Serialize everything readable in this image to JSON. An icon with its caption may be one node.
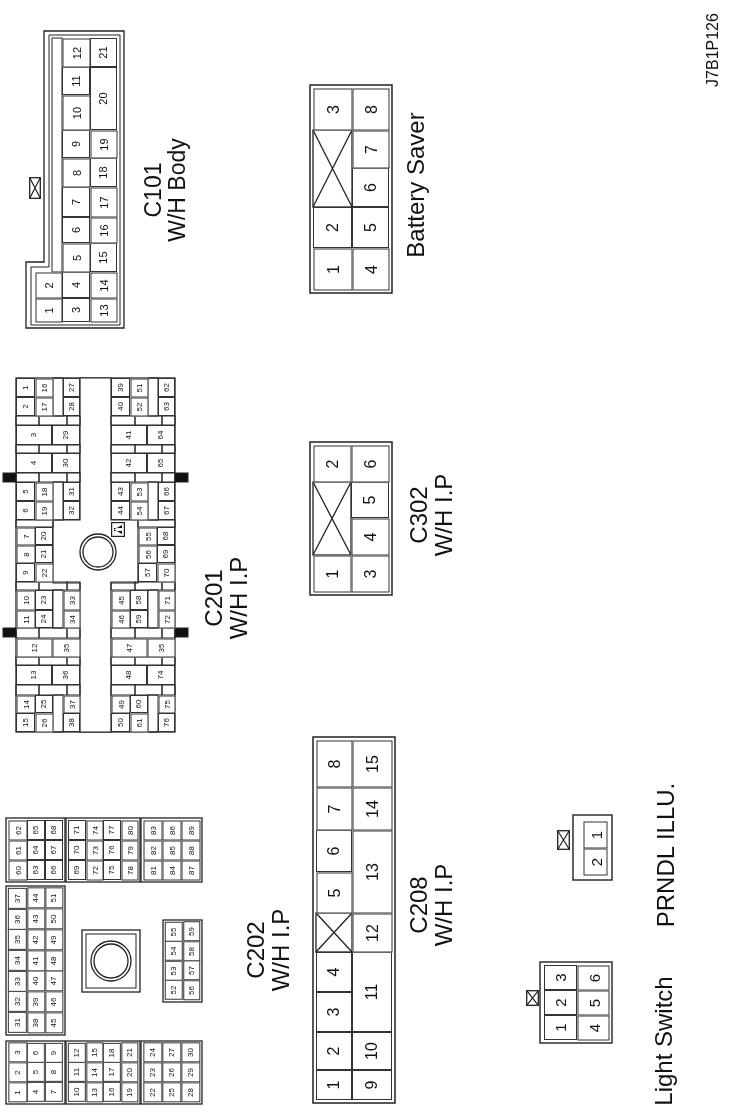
{
  "diagram": {
    "nodes": [
      {
        "text": [
          "C101",
          "W/H Body"
        ]
      },
      {
        "text": [
          "1"
        ],
        "in": 0
      },
      {
        "text": [
          "2"
        ],
        "in": 0
      },
      {
        "text": [
          "3"
        ],
        "in": 0
      },
      {
        "text": [
          "4"
        ],
        "in": 0
      },
      {
        "text": [
          "5"
        ],
        "in": 0
      },
      {
        "text": [
          "6"
        ],
        "in": 0
      },
      {
        "text": [
          "7"
        ],
        "in": 0
      },
      {
        "text": [
          "8"
        ],
        "in": 0
      },
      {
        "text": [
          "9"
        ],
        "in": 0
      },
      {
        "text": [
          "10"
        ],
        "in": 0
      },
      {
        "text": [
          "11"
        ],
        "in": 0
      },
      {
        "text": [
          "12"
        ],
        "in": 0
      },
      {
        "text": [
          "13"
        ],
        "in": 0
      },
      {
        "text": [
          "14"
        ],
        "in": 0
      },
      {
        "text": [
          "15"
        ],
        "in": 0
      },
      {
        "text": [
          "16"
        ],
        "in": 0
      },
      {
        "text": [
          "17"
        ],
        "in": 0
      },
      {
        "text": [
          "18"
        ],
        "in": 0
      },
      {
        "text": [
          "19"
        ],
        "in": 0
      },
      {
        "text": [
          "20"
        ],
        "in": 0
      },
      {
        "text": [
          "21"
        ],
        "in": 0
      },
      {
        "text": [
          "Battery Saver"
        ]
      },
      {
        "text": [
          "1"
        ],
        "in": 22
      },
      {
        "text": [
          "2"
        ],
        "in": 22
      },
      {
        "text": [
          "3"
        ],
        "in": 22
      },
      {
        "text": [
          "4"
        ],
        "in": 22
      },
      {
        "text": [
          "5"
        ],
        "in": 22
      },
      {
        "text": [
          "6"
        ],
        "in": 22
      },
      {
        "text": [
          "7"
        ],
        "in": 22
      },
      {
        "text": [
          "8"
        ],
        "in": 22
      },
      {
        "text": [
          "C201",
          "W/H I.P"
        ]
      },
      {
        "text": [
          "1"
        ],
        "in": 31
      },
      {
        "text": [
          "2"
        ],
        "in": 31
      },
      {
        "text": [
          "3"
        ],
        "in": 31
      },
      {
        "text": [
          "4"
        ],
        "in": 31
      },
      {
        "text": [
          "5"
        ],
        "in": 31
      },
      {
        "text": [
          "6"
        ],
        "in": 31
      },
      {
        "text": [
          "7"
        ],
        "in": 31
      },
      {
        "text": [
          "8"
        ],
        "in": 31
      },
      {
        "text": [
          "9"
        ],
        "in": 31
      },
      {
        "text": [
          "10"
        ],
        "in": 31
      },
      {
        "text": [
          "11"
        ],
        "in": 31
      },
      {
        "text": [
          "12"
        ],
        "in": 31
      },
      {
        "text": [
          "13"
        ],
        "in": 31
      },
      {
        "text": [
          "14"
        ],
        "in": 31
      },
      {
        "text": [
          "15"
        ],
        "in": 31
      },
      {
        "text": [
          "16"
        ],
        "in": 31
      },
      {
        "text": [
          "17"
        ],
        "in": 31
      },
      {
        "text": [
          "18"
        ],
        "in": 31
      },
      {
        "text": [
          "19"
        ],
        "in": 31
      },
      {
        "text": [
          "20"
        ],
        "in": 31
      },
      {
        "text": [
          "21"
        ],
        "in": 31
      },
      {
        "text": [
          "22"
        ],
        "in": 31
      },
      {
        "text": [
          "23"
        ],
        "in": 31
      },
      {
        "text": [
          "24"
        ],
        "in": 31
      },
      {
        "text": [
          "25"
        ],
        "in": 31
      },
      {
        "text": [
          "26"
        ],
        "in": 31
      },
      {
        "text": [
          "27"
        ],
        "in": 31
      },
      {
        "text": [
          "28"
        ],
        "in": 31
      },
      {
        "text": [
          "29"
        ],
        "in": 31
      },
      {
        "text": [
          "30"
        ],
        "in": 31
      },
      {
        "text": [
          "31"
        ],
        "in": 31
      },
      {
        "text": [
          "32"
        ],
        "in": 31
      },
      {
        "text": [
          "33"
        ],
        "in": 31
      },
      {
        "text": [
          "34"
        ],
        "in": 31
      },
      {
        "text": [
          "35"
        ],
        "in": 31
      },
      {
        "text": [
          "36"
        ],
        "in": 31
      },
      {
        "text": [
          "37"
        ],
        "in": 31
      },
      {
        "text": [
          "38"
        ],
        "in": 31
      },
      {
        "text": [
          "39"
        ],
        "in": 31
      },
      {
        "text": [
          "40"
        ],
        "in": 31
      },
      {
        "text": [
          "41"
        ],
        "in": 31
      },
      {
        "text": [
          "42"
        ],
        "in": 31
      },
      {
        "text": [
          "43"
        ],
        "in": 31
      },
      {
        "text": [
          "44"
        ],
        "in": 31
      },
      {
        "text": [
          "45"
        ],
        "in": 31
      },
      {
        "text": [
          "46"
        ],
        "in": 31
      },
      {
        "text": [
          "47"
        ],
        "in": 31
      },
      {
        "text": [
          "48"
        ],
        "in": 31
      },
      {
        "text": [
          "49"
        ],
        "in": 31
      },
      {
        "text": [
          "50"
        ],
        "in": 31
      },
      {
        "text": [
          "51"
        ],
        "in": 31
      },
      {
        "text": [
          "52"
        ],
        "in": 31
      },
      {
        "text": [
          "53"
        ],
        "in": 31
      },
      {
        "text": [
          "54"
        ],
        "in": 31
      },
      {
        "text": [
          "55"
        ],
        "in": 31
      },
      {
        "text": [
          "56"
        ],
        "in": 31
      },
      {
        "text": [
          "57"
        ],
        "in": 31
      },
      {
        "text": [
          "58"
        ],
        "in": 31
      },
      {
        "text": [
          "59"
        ],
        "in": 31
      },
      {
        "text": [
          "60"
        ],
        "in": 31
      },
      {
        "text": [
          "61"
        ],
        "in": 31
      },
      {
        "text": [
          "62"
        ],
        "in": 31
      },
      {
        "text": [
          "63"
        ],
        "in": 31
      },
      {
        "text": [
          "64"
        ],
        "in": 31
      },
      {
        "text": [
          "65"
        ],
        "in": 31
      },
      {
        "text": [
          "66"
        ],
        "in": 31
      },
      {
        "text": [
          "67"
        ],
        "in": 31
      },
      {
        "text": [
          "68"
        ],
        "in": 31
      },
      {
        "text": [
          "69"
        ],
        "in": 31
      },
      {
        "text": [
          "70"
        ],
        "in": 31
      },
      {
        "text": [
          "71"
        ],
        "in": 31
      },
      {
        "text": [
          "72"
        ],
        "in": 31
      },
      {
        "text": [
          "35"
        ],
        "in": 31
      },
      {
        "text": [
          "74"
        ],
        "in": 31
      },
      {
        "text": [
          "75"
        ],
        "in": 31
      },
      {
        "text": [
          "76"
        ],
        "in": 31
      },
      {
        "text": [
          "C302",
          "W/H I.P"
        ]
      },
      {
        "text": [
          "1"
        ],
        "in": 108
      },
      {
        "text": [
          "2"
        ],
        "in": 108
      },
      {
        "text": [
          "3"
        ],
        "in": 108
      },
      {
        "text": [
          "4"
        ],
        "in": 108
      },
      {
        "text": [
          "5"
        ],
        "in": 108
      },
      {
        "text": [
          "6"
        ],
        "in": 108
      },
      {
        "text": [
          "C202",
          "W/H I.P"
        ]
      },
      {
        "text": [
          "1"
        ],
        "in": 115
      },
      {
        "text": [
          "2"
        ],
        "in": 115
      },
      {
        "text": [
          "3"
        ],
        "in": 115
      },
      {
        "text": [
          "4"
        ],
        "in": 115
      },
      {
        "text": [
          "5"
        ],
        "in": 115
      },
      {
        "text": [
          "6"
        ],
        "in": 115
      },
      {
        "text": [
          "7"
        ],
        "in": 115
      },
      {
        "text": [
          "8"
        ],
        "in": 115
      },
      {
        "text": [
          "9"
        ],
        "in": 115
      },
      {
        "text": [
          "10"
        ],
        "in": 115
      },
      {
        "text": [
          "11"
        ],
        "in": 115
      },
      {
        "text": [
          "12"
        ],
        "in": 115
      },
      {
        "text": [
          "13"
        ],
        "in": 115
      },
      {
        "text": [
          "14"
        ],
        "in": 115
      },
      {
        "text": [
          "15"
        ],
        "in": 115
      },
      {
        "text": [
          "16"
        ],
        "in": 115
      },
      {
        "text": [
          "17"
        ],
        "in": 115
      },
      {
        "text": [
          "18"
        ],
        "in": 115
      },
      {
        "text": [
          "19"
        ],
        "in": 115
      },
      {
        "text": [
          "20"
        ],
        "in": 115
      },
      {
        "text": [
          "21"
        ],
        "in": 115
      },
      {
        "text": [
          "22"
        ],
        "in": 115
      },
      {
        "text": [
          "23"
        ],
        "in": 115
      },
      {
        "text": [
          "24"
        ],
        "in": 115
      },
      {
        "text": [
          "25"
        ],
        "in": 115
      },
      {
        "text": [
          "26"
        ],
        "in": 115
      },
      {
        "text": [
          "27"
        ],
        "in": 115
      },
      {
        "text": [
          "28"
        ],
        "in": 115
      },
      {
        "text": [
          "29"
        ],
        "in": 115
      },
      {
        "text": [
          "30"
        ],
        "in": 115
      },
      {
        "text": [
          "31"
        ],
        "in": 115
      },
      {
        "text": [
          "32"
        ],
        "in": 115
      },
      {
        "text": [
          "33"
        ],
        "in": 115
      },
      {
        "text": [
          "34"
        ],
        "in": 115
      },
      {
        "text": [
          "35"
        ],
        "in": 115
      },
      {
        "text": [
          "36"
        ],
        "in": 115
      },
      {
        "text": [
          "37"
        ],
        "in": 115
      },
      {
        "text": [
          "38"
        ],
        "in": 115
      },
      {
        "text": [
          "39"
        ],
        "in": 115
      },
      {
        "text": [
          "40"
        ],
        "in": 115
      },
      {
        "text": [
          "41"
        ],
        "in": 115
      },
      {
        "text": [
          "42"
        ],
        "in": 115
      },
      {
        "text": [
          "43"
        ],
        "in": 115
      },
      {
        "text": [
          "44"
        ],
        "in": 115
      },
      {
        "text": [
          "45"
        ],
        "in": 115
      },
      {
        "text": [
          "46"
        ],
        "in": 115
      },
      {
        "text": [
          "47"
        ],
        "in": 115
      },
      {
        "text": [
          "48"
        ],
        "in": 115
      },
      {
        "text": [
          "49"
        ],
        "in": 115
      },
      {
        "text": [
          "50"
        ],
        "in": 115
      },
      {
        "text": [
          "51"
        ],
        "in": 115
      },
      {
        "text": [
          "52"
        ],
        "in": 115
      },
      {
        "text": [
          "53"
        ],
        "in": 115
      },
      {
        "text": [
          "54"
        ],
        "in": 115
      },
      {
        "text": [
          "55"
        ],
        "in": 115
      },
      {
        "text": [
          "56"
        ],
        "in": 115
      },
      {
        "text": [
          "57"
        ],
        "in": 115
      },
      {
        "text": [
          "58"
        ],
        "in": 115
      },
      {
        "text": [
          "59"
        ],
        "in": 115
      },
      {
        "text": [
          "60"
        ],
        "in": 115
      },
      {
        "text": [
          "61"
        ],
        "in": 115
      },
      {
        "text": [
          "62"
        ],
        "in": 115
      },
      {
        "text": [
          "63"
        ],
        "in": 115
      },
      {
        "text": [
          "64"
        ],
        "in": 115
      },
      {
        "text": [
          "65"
        ],
        "in": 115
      },
      {
        "text": [
          "66"
        ],
        "in": 115
      },
      {
        "text": [
          "67"
        ],
        "in": 115
      },
      {
        "text": [
          "68"
        ],
        "in": 115
      },
      {
        "text": [
          "69"
        ],
        "in": 115
      },
      {
        "text": [
          "70"
        ],
        "in": 115
      },
      {
        "text": [
          "71"
        ],
        "in": 115
      },
      {
        "text": [
          "72"
        ],
        "in": 115
      },
      {
        "text": [
          "73"
        ],
        "in": 115
      },
      {
        "text": [
          "74"
        ],
        "in": 115
      },
      {
        "text": [
          "75"
        ],
        "in": 115
      },
      {
        "text": [
          "76"
        ],
        "in": 115
      },
      {
        "text": [
          "77"
        ],
        "in": 115
      },
      {
        "text": [
          "78"
        ],
        "in": 115
      },
      {
        "text": [
          "79"
        ],
        "in": 115
      },
      {
        "text": [
          "80"
        ],
        "in": 115
      },
      {
        "text": [
          "81"
        ],
        "in": 115
      },
      {
        "text": [
          "82"
        ],
        "in": 115
      },
      {
        "text": [
          "83"
        ],
        "in": 115
      },
      {
        "text": [
          "84"
        ],
        "in": 115
      },
      {
        "text": [
          "85"
        ],
        "in": 115
      },
      {
        "text": [
          "86"
        ],
        "in": 115
      },
      {
        "text": [
          "87"
        ],
        "in": 115
      },
      {
        "text": [
          "88"
        ],
        "in": 115
      },
      {
        "text": [
          "89"
        ],
        "in": 115
      },
      {
        "text": [
          "C208",
          "W/H I.P"
        ]
      },
      {
        "text": [
          "1"
        ],
        "in": 205
      },
      {
        "text": [
          "2"
        ],
        "in": 205
      },
      {
        "text": [
          "3"
        ],
        "in": 205
      },
      {
        "text": [
          "4"
        ],
        "in": 205
      },
      {
        "text": [
          "5"
        ],
        "in": 205
      },
      {
        "text": [
          "6"
        ],
        "in": 205
      },
      {
        "text": [
          "7"
        ],
        "in": 205
      },
      {
        "text": [
          "8"
        ],
        "in": 205
      },
      {
        "text": [
          "9"
        ],
        "in": 205
      },
      {
        "text": [
          "10"
        ],
        "in": 205
      },
      {
        "text": [
          "11"
        ],
        "in": 205
      },
      {
        "text": [
          "12"
        ],
        "in": 205
      },
      {
        "text": [
          "13"
        ],
        "in": 205
      },
      {
        "text": [
          "14"
        ],
        "in": 205
      },
      {
        "text": [
          "15"
        ],
        "in": 205
      },
      {
        "text": [
          "PRNDL ILLU."
        ]
      },
      {
        "text": [
          "1"
        ],
        "in": 221
      },
      {
        "text": [
          "2"
        ],
        "in": 221
      },
      {
        "text": [
          "Light Switch"
        ]
      },
      {
        "text": [
          "1"
        ],
        "in": 224
      },
      {
        "text": [
          "2"
        ],
        "in": 224
      },
      {
        "text": [
          "3"
        ],
        "in": 224
      },
      {
        "text": [
          "4"
        ],
        "in": 224
      },
      {
        "text": [
          "5"
        ],
        "in": 224
      },
      {
        "text": [
          "6"
        ],
        "in": 224
      }
    ],
    "labels": [
      "J7B1P126"
    ]
  }
}
